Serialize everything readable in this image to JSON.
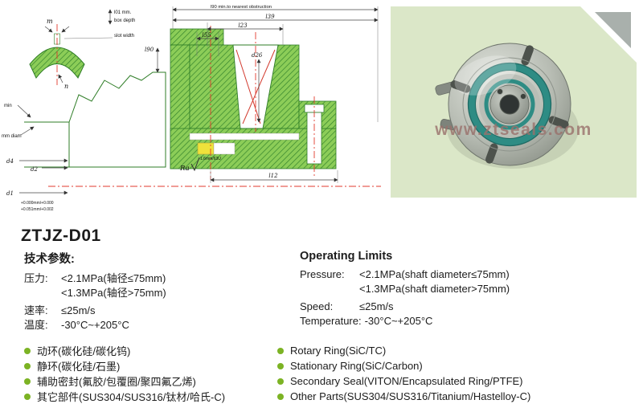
{
  "title": "ZTJZ-D01",
  "colors": {
    "drawing_green": "#35842c",
    "teal_ring": "#2e8c84",
    "panel_bg": "#dbe7c8",
    "bullet_green": "#7cb324",
    "centerline_red": "#e23a2e",
    "elastomer_yellow": "#efe23b"
  },
  "drawing": {
    "labels": {
      "l90_note": "l90 min.to nearest obstruction",
      "l39": "l39",
      "l23": "l23",
      "l55": "l55",
      "l01": "l01 mm.",
      "box_depth": "box depth",
      "slot_width": "slot width",
      "m": "m",
      "n": "n",
      "l90_left": "l90",
      "d26": "d26",
      "l12": "l12",
      "ra": "Ra",
      "ra_value": "1.6mm/63U",
      "min": "min",
      "mm_diam": "mm diam",
      "d4": "d4",
      "d2": "d2",
      "d1": "d1",
      "tol_upper": "+0.000mm/+0.000",
      "tol_lower": "+0.051mm/+0.002"
    }
  },
  "photo": {
    "watermark": "www.ztseals.com"
  },
  "specs": {
    "cn": {
      "heading": "技术参数:",
      "rows": [
        {
          "label": "压力:",
          "value": "<2.1MPa(轴径≤75mm)"
        },
        {
          "label": "",
          "value": "<1.3MPa(轴径>75mm)"
        },
        {
          "label": "速率:",
          "value": "≤25m/s"
        },
        {
          "label": "温度:",
          "value": "-30°C~+205°C"
        }
      ]
    },
    "en": {
      "heading": "Operating Limits",
      "rows": [
        {
          "label": "Pressure:",
          "value": "<2.1MPa(shaft diameter≤75mm)"
        },
        {
          "label": "",
          "value": "<1.3MPa(shaft diameter>75mm)"
        },
        {
          "label": "Speed:",
          "value": "≤25m/s"
        },
        {
          "label": "Temperature:",
          "value": "-30°C~+205°C"
        }
      ]
    }
  },
  "materials": {
    "cn": [
      "动环(碳化硅/碳化钨)",
      "静环(碳化硅/石墨)",
      "辅助密封(氟胶/包覆圈/聚四氟乙烯)",
      "其它部件(SUS304/SUS316/钛材/哈氏-C)"
    ],
    "en": [
      "Rotary Ring(SiC/TC)",
      "Stationary Ring(SiC/Carbon)",
      "Secondary Seal(VITON/Encapsulated Ring/PTFE)",
      "Other Parts(SUS304/SUS316/Titanium/Hastelloy-C)"
    ]
  }
}
